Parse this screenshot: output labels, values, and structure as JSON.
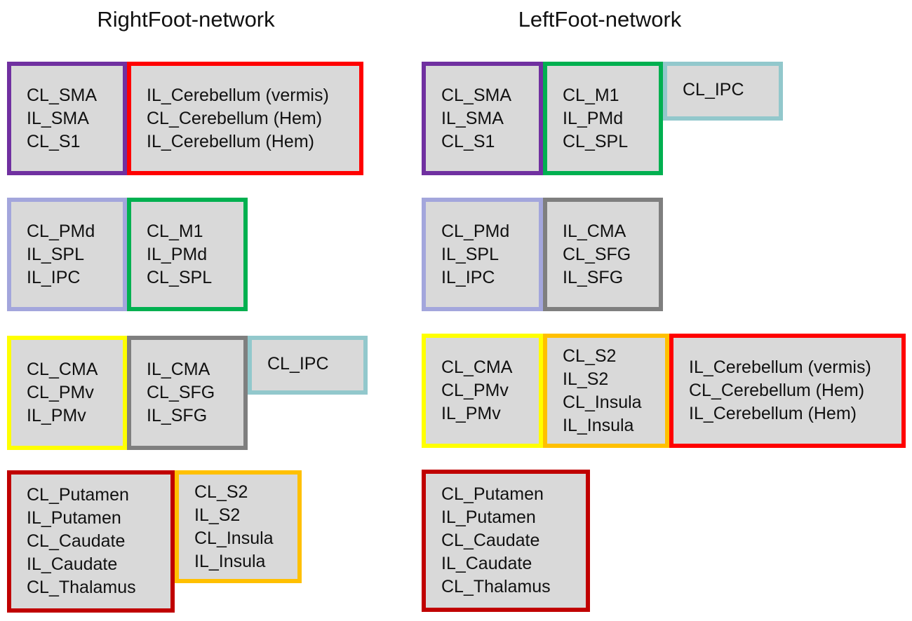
{
  "titles": {
    "right": "RightFoot-network",
    "left": "LeftFoot-network"
  },
  "colors": {
    "purple": "#7030a0",
    "red": "#ff0000",
    "lavender": "#a3a6dc",
    "green": "#00b050",
    "yellow": "#ffff00",
    "gray": "#7f7f7f",
    "light_blue": "#92c8cc",
    "dark_red": "#c00000",
    "orange": "#ffc000",
    "box_fill": "#d9d9d9"
  },
  "right_network": {
    "boxes": [
      {
        "color": "purple",
        "lines": [
          "CL_SMA",
          "IL_SMA",
          "CL_S1"
        ]
      },
      {
        "color": "red",
        "lines": [
          "IL_Cerebellum (vermis)",
          "CL_Cerebellum (Hem)",
          "IL_Cerebellum (Hem)"
        ]
      },
      {
        "color": "lavender",
        "lines": [
          "CL_PMd",
          "IL_SPL",
          "IL_IPC"
        ]
      },
      {
        "color": "green",
        "lines": [
          "CL_M1",
          "IL_PMd",
          "CL_SPL"
        ]
      },
      {
        "color": "yellow",
        "lines": [
          "CL_CMA",
          "CL_PMv",
          "IL_PMv"
        ]
      },
      {
        "color": "gray",
        "lines": [
          "IL_CMA",
          "CL_SFG",
          "IL_SFG"
        ]
      },
      {
        "color": "light_blue",
        "lines": [
          "CL_IPC"
        ]
      },
      {
        "color": "dark_red",
        "lines": [
          "CL_Putamen",
          "IL_Putamen",
          "CL_Caudate",
          "IL_Caudate",
          "CL_Thalamus"
        ]
      },
      {
        "color": "orange",
        "lines": [
          "CL_S2",
          "IL_S2",
          "CL_Insula",
          "IL_Insula"
        ]
      }
    ]
  },
  "left_network": {
    "boxes": [
      {
        "color": "purple",
        "lines": [
          "CL_SMA",
          "IL_SMA",
          "CL_S1"
        ]
      },
      {
        "color": "green",
        "lines": [
          "CL_M1",
          "IL_PMd",
          "CL_SPL"
        ]
      },
      {
        "color": "light_blue",
        "lines": [
          "CL_IPC"
        ]
      },
      {
        "color": "lavender",
        "lines": [
          "CL_PMd",
          "IL_SPL",
          "IL_IPC"
        ]
      },
      {
        "color": "gray",
        "lines": [
          "IL_CMA",
          "CL_SFG",
          "IL_SFG"
        ]
      },
      {
        "color": "yellow",
        "lines": [
          "CL_CMA",
          "CL_PMv",
          "IL_PMv"
        ]
      },
      {
        "color": "orange",
        "lines": [
          "CL_S2",
          "IL_S2",
          "CL_Insula",
          "IL_Insula"
        ]
      },
      {
        "color": "red",
        "lines": [
          "IL_Cerebellum (vermis)",
          "CL_Cerebellum (Hem)",
          "IL_Cerebellum (Hem)"
        ]
      },
      {
        "color": "dark_red",
        "lines": [
          "CL_Putamen",
          "IL_Putamen",
          "CL_Caudate",
          "IL_Caudate",
          "CL_Thalamus"
        ]
      }
    ]
  }
}
